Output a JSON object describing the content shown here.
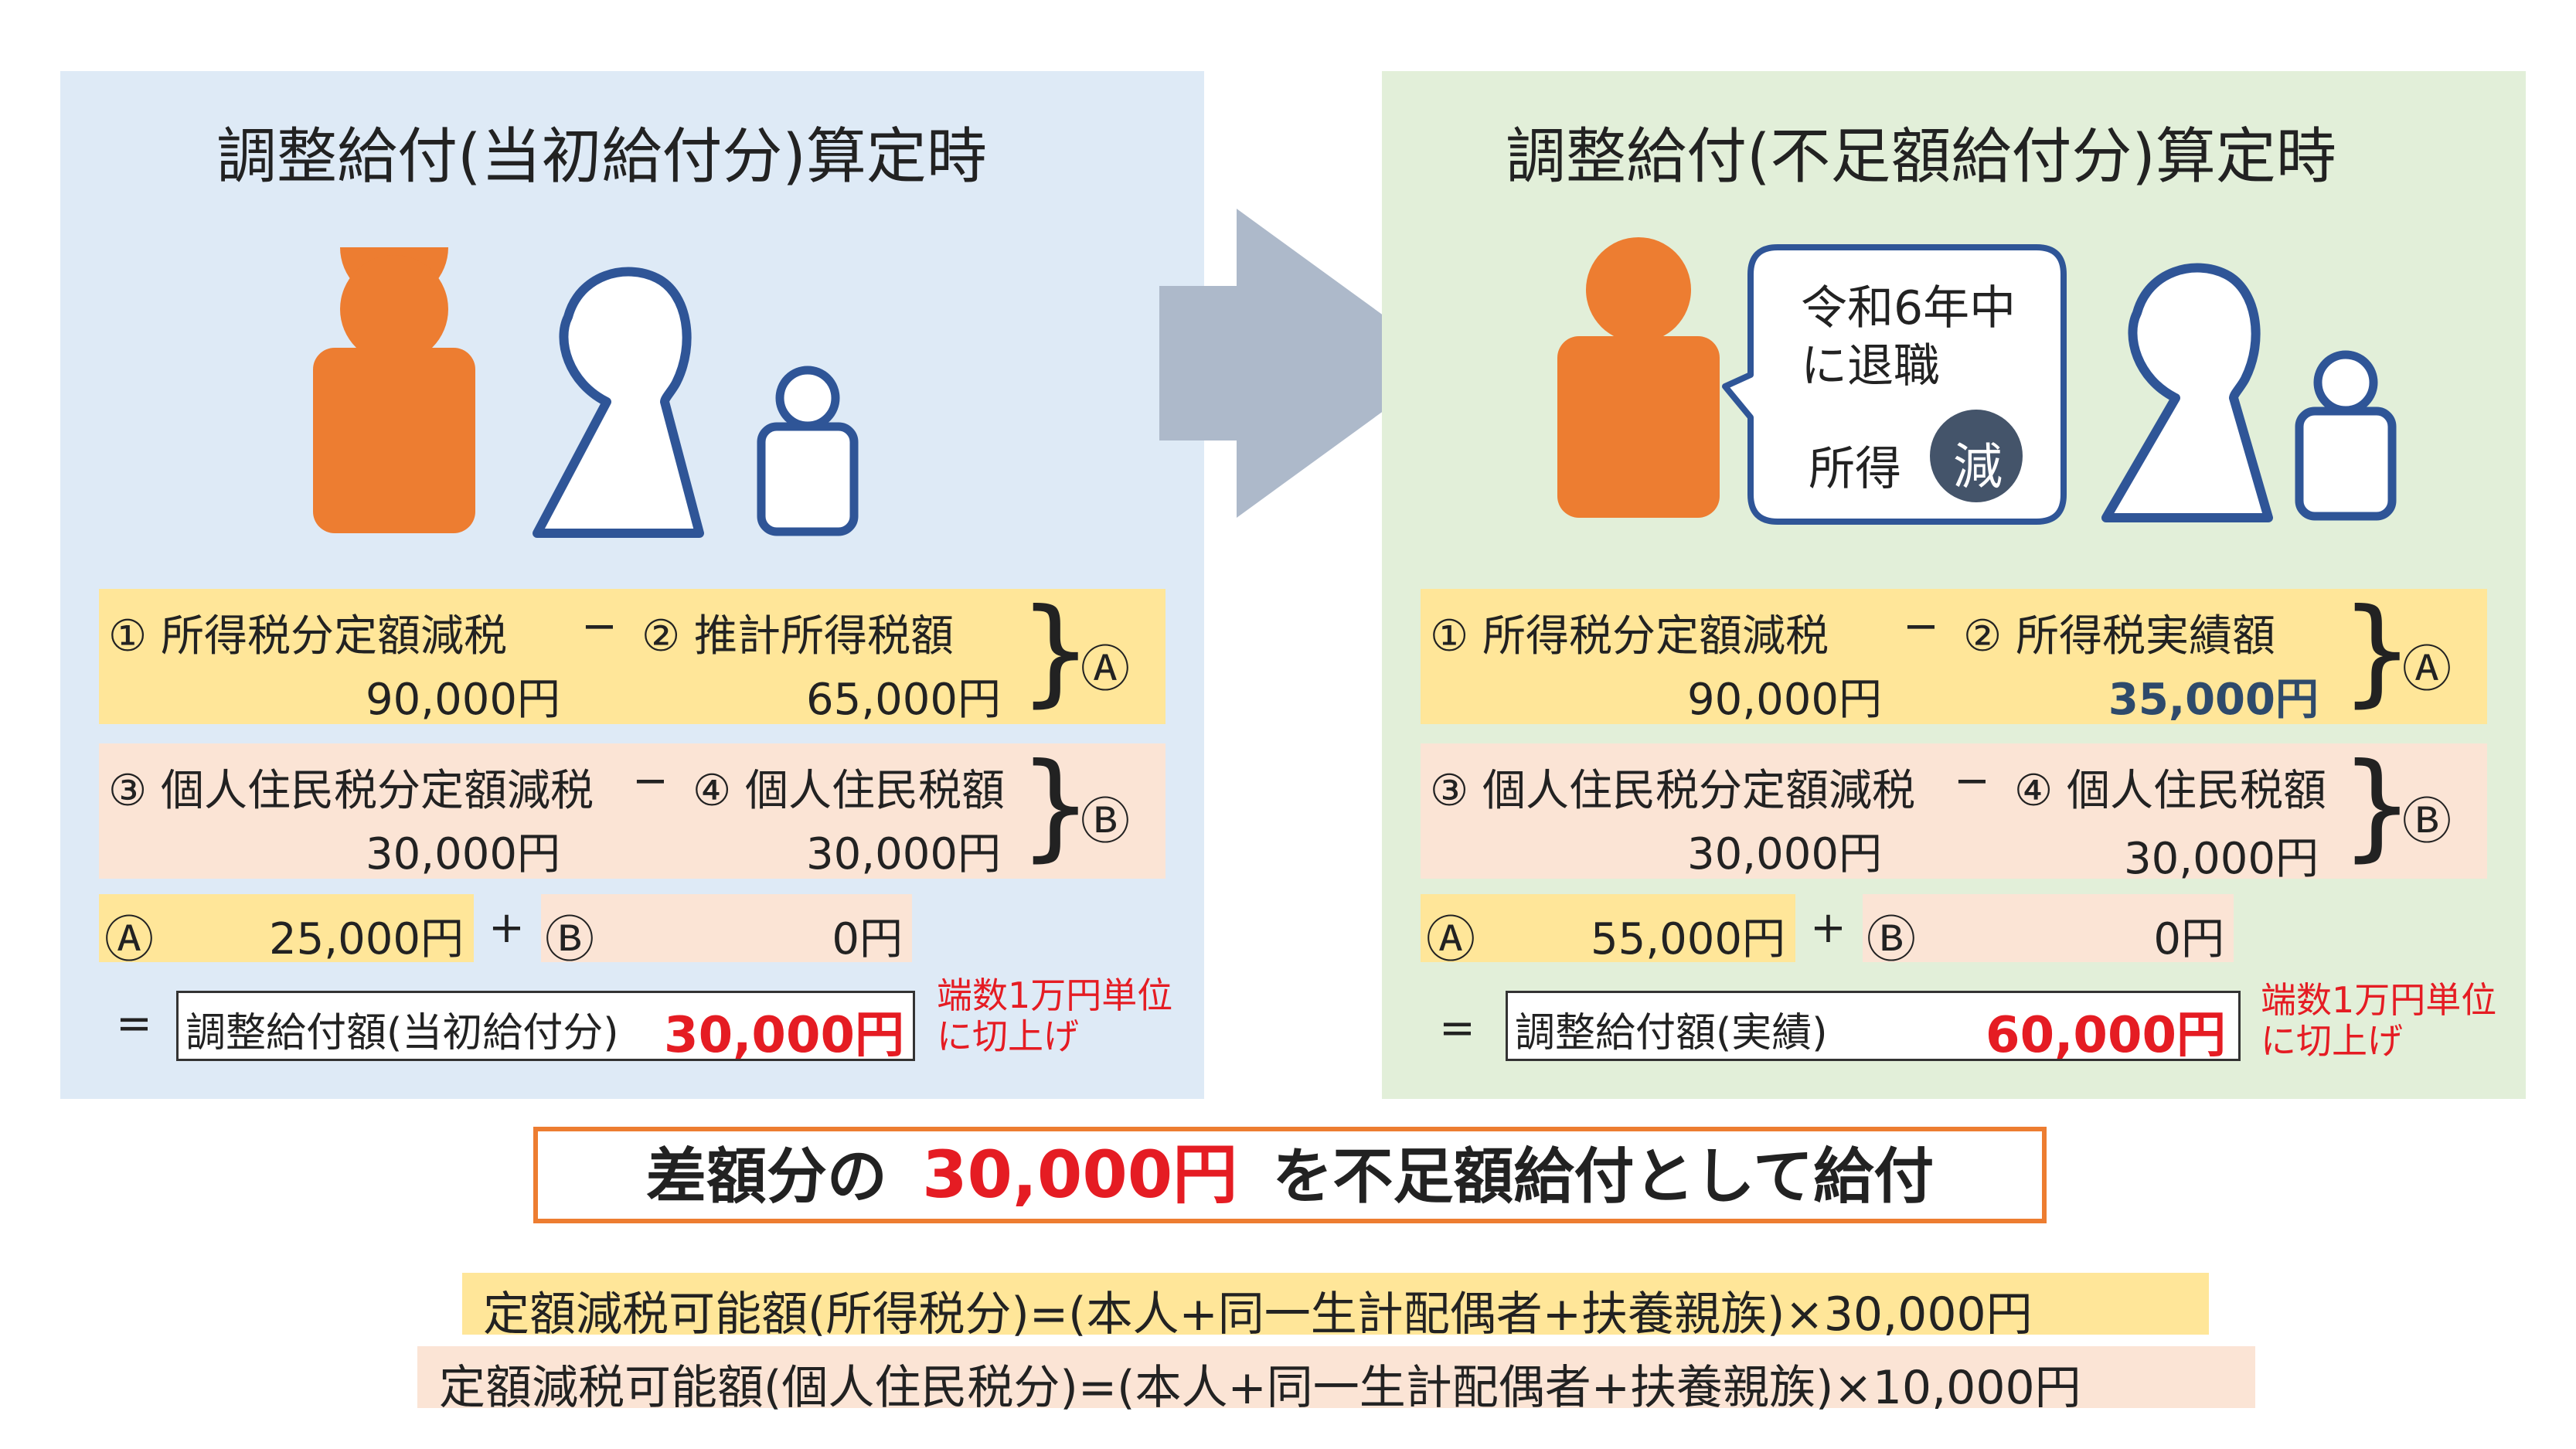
{
  "left": {
    "title": "調整給付(当初給付分)算定時",
    "row1": {
      "label1": "① 所得税分定額減税",
      "minus": "−",
      "label2": "② 推計所得税額",
      "value1": "90,000円",
      "value2": "65,000円",
      "tag": "Ⓐ"
    },
    "row2": {
      "label1": "③ 個人住民税分定額減税",
      "minus": "−",
      "label2": "④ 個人住民税額",
      "value1": "30,000円",
      "value2": "30,000円",
      "tag": "Ⓑ"
    },
    "sum": {
      "tag_a": "Ⓐ",
      "value_a": "25,000円",
      "plus": "+",
      "tag_b": "Ⓑ",
      "value_b": "0円"
    },
    "result": {
      "equals": "=",
      "label": "調整給付額(当初給付分)",
      "value": "30,000円"
    },
    "note": [
      "端数1万円単位",
      "に切上げ"
    ]
  },
  "right": {
    "title": "調整給付(不足額給付分)算定時",
    "bubble": {
      "line1": "令和6年中",
      "line2": "に退職",
      "line3": "所得",
      "badge": "減"
    },
    "row1": {
      "label1": "① 所得税分定額減税",
      "minus": "−",
      "label2": "② 所得税実績額",
      "value1": "90,000円",
      "value2": "35,000円",
      "tag": "Ⓐ"
    },
    "row2": {
      "label1": "③ 個人住民税分定額減税",
      "minus": "−",
      "label2": "④ 個人住民税額",
      "value1": "30,000円",
      "value2": "30,000円",
      "tag": "Ⓑ"
    },
    "sum": {
      "tag_a": "Ⓐ",
      "value_a": "55,000円",
      "plus": "+",
      "tag_b": "Ⓑ",
      "value_b": "0円"
    },
    "result": {
      "equals": "=",
      "label": "調整給付額(実績)",
      "value": "60,000円"
    },
    "note": [
      "端数1万円単位",
      "に切上げ"
    ]
  },
  "banner": {
    "prefix": "差額分の",
    "amount": "30,000円",
    "suffix": "を不足額給付として給付"
  },
  "formulas": [
    "定額減税可能額(所得税分)=(本人+同一生計配偶者+扶養親族)×30,000円",
    "定額減税可能額(個人住民税分)=(本人+同一生計配偶者+扶養親族)×10,000円"
  ],
  "colors": {
    "orange": "#ed7d31",
    "navy": "#2f5597",
    "red": "#e51c23",
    "yellow_band": "#ffe699",
    "pink_band": "#fbe4d5",
    "arrow": "#adb9ca",
    "bubble_badge": "#44546a",
    "highlight_blue": "#2e4a6b"
  }
}
